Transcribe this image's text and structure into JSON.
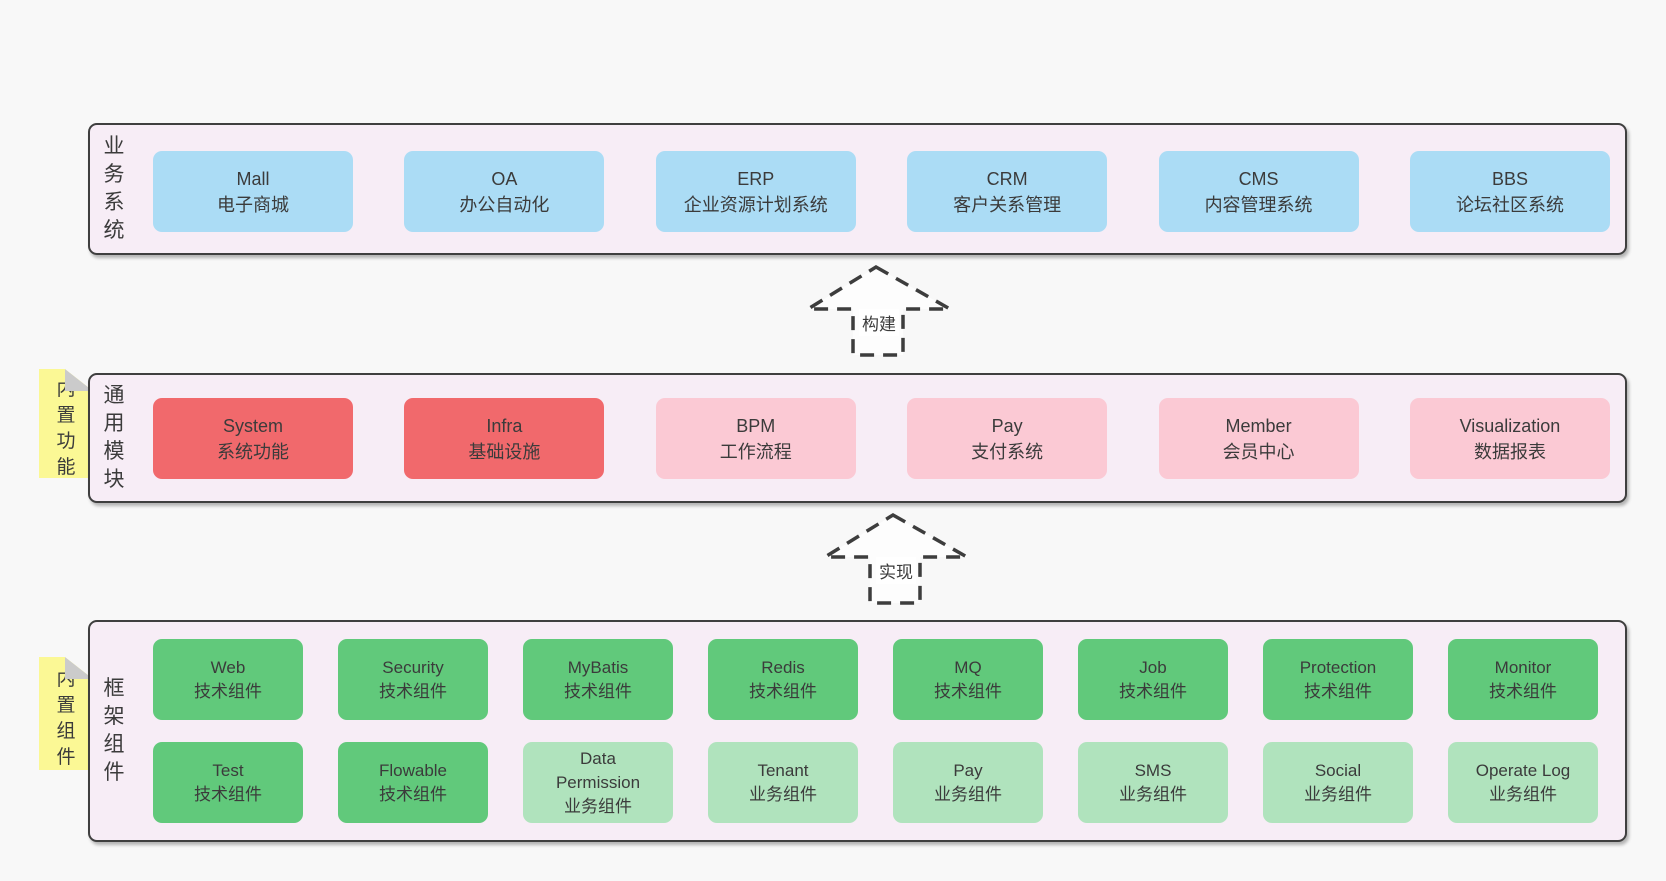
{
  "colors": {
    "page_bg": "#f8f8f8",
    "panel_bg": "#f7edf6",
    "panel_border": "#3f3f3f",
    "blue_box": "#abdcf5",
    "red_box": "#f1696c",
    "pink_box": "#fbc9d4",
    "green_box": "#61c97b",
    "light_green_box": "#b0e3bd",
    "note_yellow": "#fbf895",
    "note_fold_gray": "#cbcbcb",
    "text": "#3b3b3b"
  },
  "layers": {
    "business": {
      "label": "业务系统",
      "boxes": [
        {
          "name": "Mall",
          "desc": "电子商城"
        },
        {
          "name": "OA",
          "desc": "办公自动化"
        },
        {
          "name": "ERP",
          "desc": "企业资源计划系统"
        },
        {
          "name": "CRM",
          "desc": "客户关系管理"
        },
        {
          "name": "CMS",
          "desc": "内容管理系统"
        },
        {
          "name": "BBS",
          "desc": "论坛社区系统"
        }
      ]
    },
    "modules": {
      "label": "通用模块",
      "note": "内置功能",
      "boxes": [
        {
          "name": "System",
          "desc": "系统功能",
          "style": "red"
        },
        {
          "name": "Infra",
          "desc": "基础设施",
          "style": "red"
        },
        {
          "name": "BPM",
          "desc": "工作流程",
          "style": "pink"
        },
        {
          "name": "Pay",
          "desc": "支付系统",
          "style": "pink"
        },
        {
          "name": "Member",
          "desc": "会员中心",
          "style": "pink"
        },
        {
          "name": "Visualization",
          "desc": "数据报表",
          "style": "pink"
        }
      ]
    },
    "components": {
      "label": "框架组件",
      "note": "内置组件",
      "rows": [
        [
          {
            "name": "Web",
            "desc": "技术组件",
            "style": "green"
          },
          {
            "name": "Security",
            "desc": "技术组件",
            "style": "green"
          },
          {
            "name": "MyBatis",
            "desc": "技术组件",
            "style": "green"
          },
          {
            "name": "Redis",
            "desc": "技术组件",
            "style": "green"
          },
          {
            "name": "MQ",
            "desc": "技术组件",
            "style": "green"
          },
          {
            "name": "Job",
            "desc": "技术组件",
            "style": "green"
          },
          {
            "name": "Protection",
            "desc": "技术组件",
            "style": "green"
          },
          {
            "name": "Monitor",
            "desc": "技术组件",
            "style": "green"
          }
        ],
        [
          {
            "name": "Test",
            "desc": "技术组件",
            "style": "green"
          },
          {
            "name": "Flowable",
            "desc": "技术组件",
            "style": "green"
          },
          {
            "name": "Data Permission",
            "desc": "业务组件",
            "style": "light"
          },
          {
            "name": "Tenant",
            "desc": "业务组件",
            "style": "light"
          },
          {
            "name": "Pay",
            "desc": "业务组件",
            "style": "light"
          },
          {
            "name": "SMS",
            "desc": "业务组件",
            "style": "light"
          },
          {
            "name": "Social",
            "desc": "业务组件",
            "style": "light"
          },
          {
            "name": "Operate Log",
            "desc": "业务组件",
            "style": "light"
          }
        ]
      ]
    }
  },
  "arrows": [
    {
      "label": "构建"
    },
    {
      "label": "实现"
    }
  ]
}
